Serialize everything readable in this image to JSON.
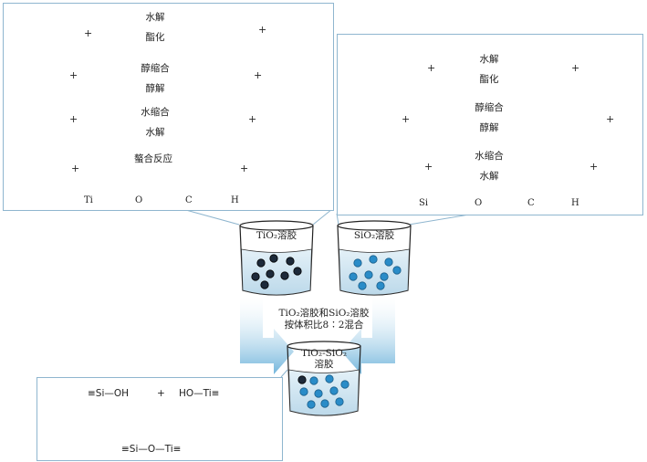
{
  "ti_panel": {
    "row1": {
      "arrow_top": "水解",
      "arrow_bottom": "酯化",
      "plus": "+"
    },
    "row2": {
      "arrow_top": "醇缩合",
      "arrow_bottom": "醇解",
      "plus": "+"
    },
    "row3": {
      "arrow_top": "水缩合",
      "arrow_bottom": "水解",
      "plus": "+"
    },
    "row4": {
      "arrow_top": "螯合反应",
      "plus": "+"
    },
    "legend": {
      "ti": "Ti",
      "o": "O",
      "c": "C",
      "h": "H"
    }
  },
  "si_panel": {
    "row1": {
      "arrow_top": "水解",
      "arrow_bottom": "酯化",
      "plus": "+"
    },
    "row2": {
      "arrow_top": "醇缩合",
      "arrow_bottom": "醇解",
      "plus": "+"
    },
    "row3": {
      "arrow_top": "水缩合",
      "arrow_bottom": "水解",
      "plus": "+"
    },
    "legend": {
      "si": "Si",
      "o": "O",
      "c": "C",
      "h": "H"
    }
  },
  "beakers": {
    "tio2": {
      "label": "TiO₂溶胶"
    },
    "sio2": {
      "label": "SiO₂溶胶"
    },
    "mixed": {
      "label_line1": "TiO₂-SiO₂",
      "label_line2": "溶胶"
    }
  },
  "mix_text": {
    "line1": "TiO₂溶胶和SiO₂溶胶",
    "line2": "按体积比8∶2混合"
  },
  "reaction": {
    "si_oh": "≡Si—OH",
    "plus": "+",
    "ho_ti": "HO—Ti≡",
    "product": "≡Si—O—Ti≡"
  },
  "colors": {
    "ti": "#d6c93a",
    "si": "#7a5aa6",
    "o": "#d9262b",
    "c": "#7a7a7a",
    "h": "#c8c8c8",
    "panel_border": "#8fb6cf",
    "liquid": "#cfe6f2",
    "dark_particle": "#1d2a3a",
    "blue_particle": "#2a8cc8",
    "arrow": "#6ab3d8"
  }
}
